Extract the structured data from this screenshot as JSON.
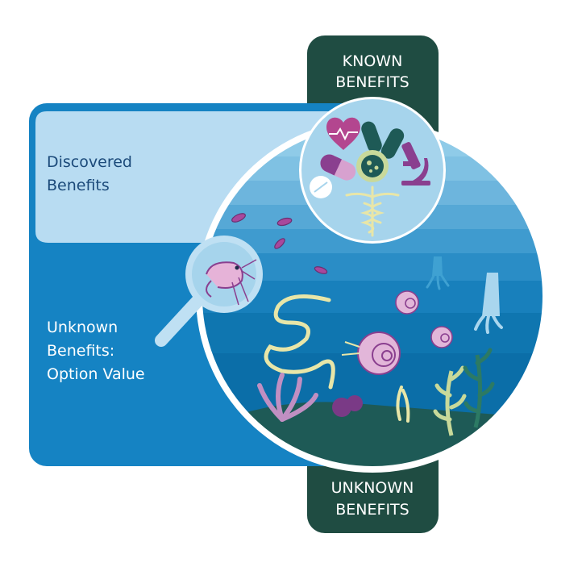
{
  "labels": {
    "known_line1": "KNOWN",
    "known_line2": "BENEFITS",
    "unknown_line1": "UNKNOWN",
    "unknown_line2": "BENEFITS",
    "discovered_line1": "Discovered",
    "discovered_line2": "Benefits",
    "option_line1": "Unknown",
    "option_line2": "Benefits:",
    "option_line3": "Option Value"
  },
  "colors": {
    "band_dark": "#1f4c42",
    "panel_blue": "#1583c3",
    "panel_light": "#b8dcf2",
    "ocean_top": "#8fcbe8",
    "ocean_bottom": "#0b6ea8",
    "seabed": "#1e5a56",
    "purple": "#8a3f8f",
    "pink": "#d7a1cf",
    "cream": "#e8e6a8",
    "text_dark": "#1b4a7a",
    "text_white": "#ffffff"
  },
  "icons": [
    "heart-pulse-icon",
    "pill-icon",
    "capsule-icon",
    "bacteria-dish-icon",
    "microscope-icon",
    "caduceus-icon",
    "magnifier-icon",
    "shrimp-icon",
    "squid-icon",
    "nautilus-icon",
    "eel-icon",
    "seaweed-icon"
  ]
}
